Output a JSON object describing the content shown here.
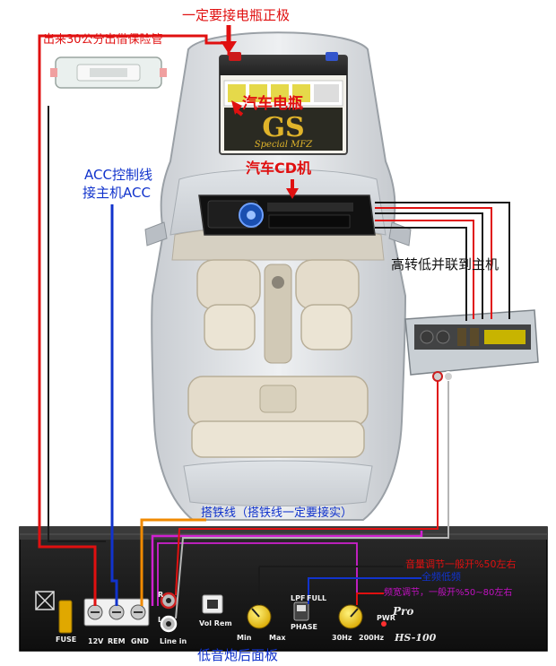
{
  "labels": {
    "battery_positive": "一定要接电瓶正极",
    "fuse_note": "出来30公分出借保险管",
    "car_battery": "汽车电瓶",
    "car_cd": "汽车CD机",
    "acc_line1": "ACC控制线",
    "acc_line2": "接主机ACC",
    "hi_lo_converter": "高转低并联到主机",
    "ground_wire": "搭铁线（搭铁线一定要接实）",
    "volume_note": "音量调节一般开%50左右",
    "full_low": "全频低频",
    "freq_note": "频宽调节，一般开%50~80左右",
    "rear_panel": "低音炮后面板"
  },
  "battery": {
    "brand": "GS",
    "model": "Special MFZ"
  },
  "panel": {
    "fuse": "FUSE",
    "t12v": "12V",
    "rem": "REM",
    "gnd": "GND",
    "line_in": "Line in",
    "r": "R",
    "l": "L",
    "vol_rem": "Vol Rem",
    "min": "Min",
    "max": "Max",
    "lpf": "LPF",
    "full": "FULL",
    "phase": "PHASE",
    "hz30": "30Hz",
    "hz200": "200Hz",
    "pwr": "PWR",
    "pro": "Pro",
    "model": "HS-100"
  },
  "colors": {
    "red_wire": "#e01010",
    "blue_wire": "#1133cc",
    "orange_wire": "#f08a00",
    "magenta_wire": "#d020d0",
    "black_wire": "#1a1a1a",
    "panel": "#1b1b1b",
    "knob": "#f0c400"
  }
}
